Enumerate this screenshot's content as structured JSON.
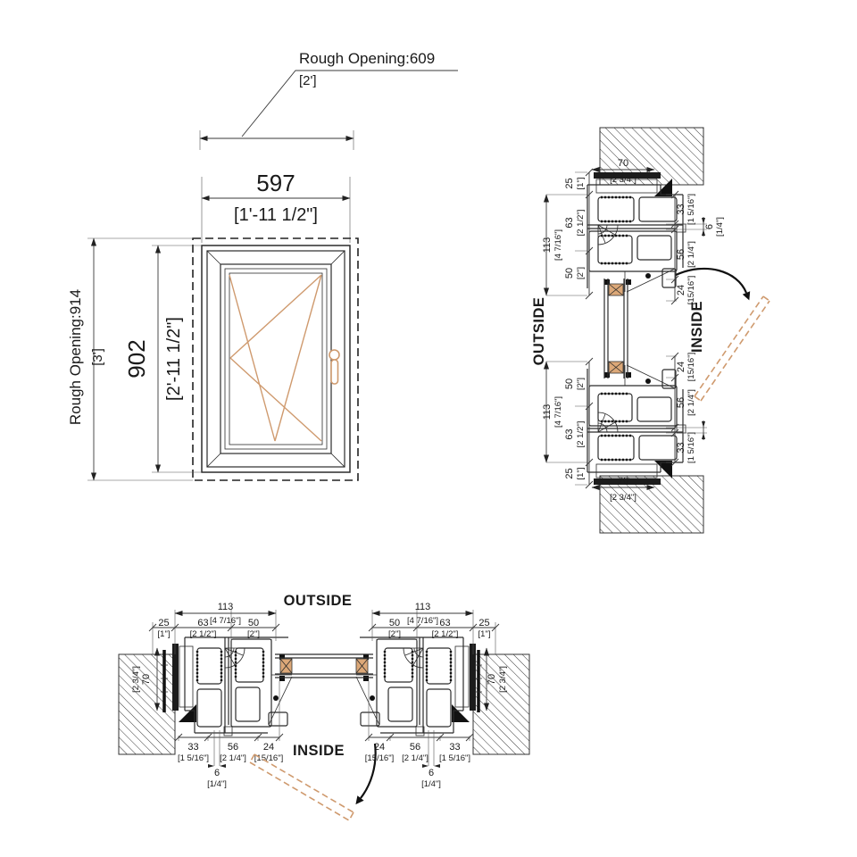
{
  "colors": {
    "accent": "#cf9a6e",
    "line": "#1a1a1a",
    "spacer_fill": "#dca878"
  },
  "elevation": {
    "rough_width": "Rough Opening:609",
    "rough_width_ft": "[2']",
    "width_mm": "597",
    "width_ftin": "[1'-11 1/2\"]",
    "height_mm": "902",
    "height_ftin": "[2'-11 1/2\"]",
    "rough_height": "Rough Opening:914",
    "rough_height_ft": "[3']"
  },
  "sections": {
    "outside": "OUTSIDE",
    "inside": "INSIDE",
    "overlap_mm": "70",
    "overlap_in": "[2 3/4\"]",
    "d25": "25",
    "d25_in": "[1\"]",
    "d63": "63",
    "d63_in": "[2 1/2\"]",
    "d50": "50",
    "d50_in": "[2\"]",
    "d113": "113",
    "d113_in": "[4 7/16\"]",
    "d33": "33",
    "d33_in": "[1 5/16\"]",
    "d56": "56",
    "d56_in": "[2 1/4\"]",
    "d24": "24",
    "d24_in": "[15/16\"]",
    "d6": "6",
    "d6_in": "[1/4\"]"
  }
}
